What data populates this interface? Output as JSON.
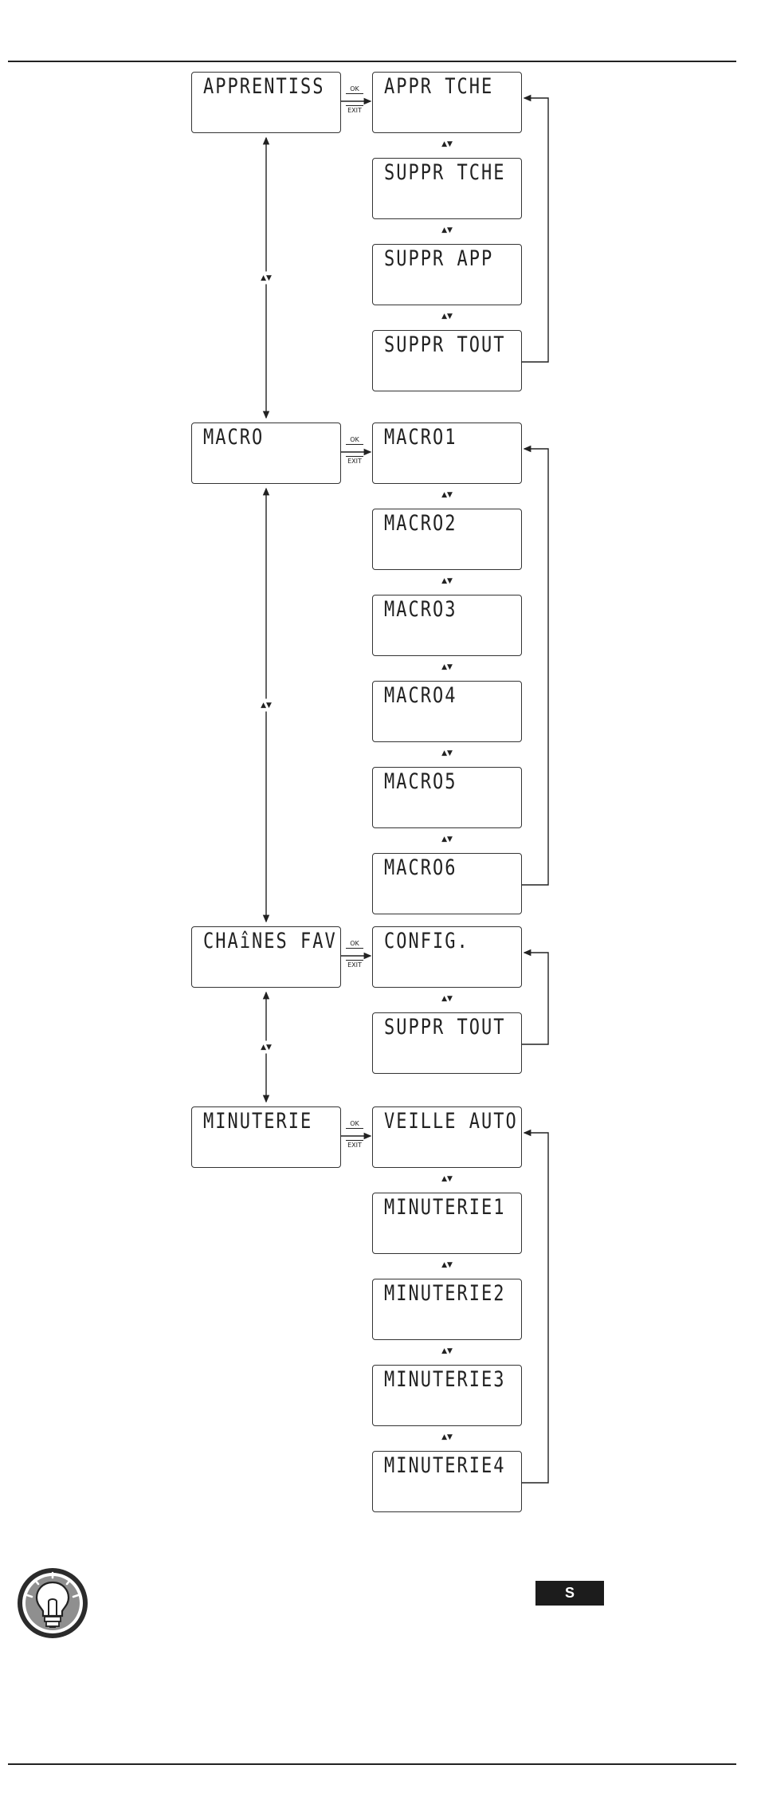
{
  "menus": [
    {
      "id": "apprentiss",
      "label": "APPRENTISS",
      "ok": "OK",
      "exit": "EXIT",
      "submenus": [
        "APPR TCHE",
        "SUPPR TCHE",
        "SUPPR APP",
        "SUPPR TOUT"
      ]
    },
    {
      "id": "macro",
      "label": "MACRO",
      "ok": "OK",
      "exit": "EXIT",
      "submenus": [
        "MACRO1",
        "MACRO2",
        "MACRO3",
        "MACRO4",
        "MACRO5",
        "MACRO6"
      ]
    },
    {
      "id": "chaines-fav",
      "label": "CHAîNES FAV",
      "ok": "OK",
      "exit": "EXIT",
      "submenus": [
        "CONFIG.",
        "SUPPR TOUT"
      ]
    },
    {
      "id": "minuterie",
      "label": "MINUTERIE",
      "ok": "OK",
      "exit": "EXIT",
      "submenus": [
        "VEILLE AUTO",
        "MINUTERIE1",
        "MINUTERIE2",
        "MINUTERIE3",
        "MINUTERIE4"
      ]
    }
  ],
  "nav_symbol": "▲▼",
  "hint": {
    "icon": "lightbulb-icon"
  },
  "badge": {
    "label": "S"
  }
}
